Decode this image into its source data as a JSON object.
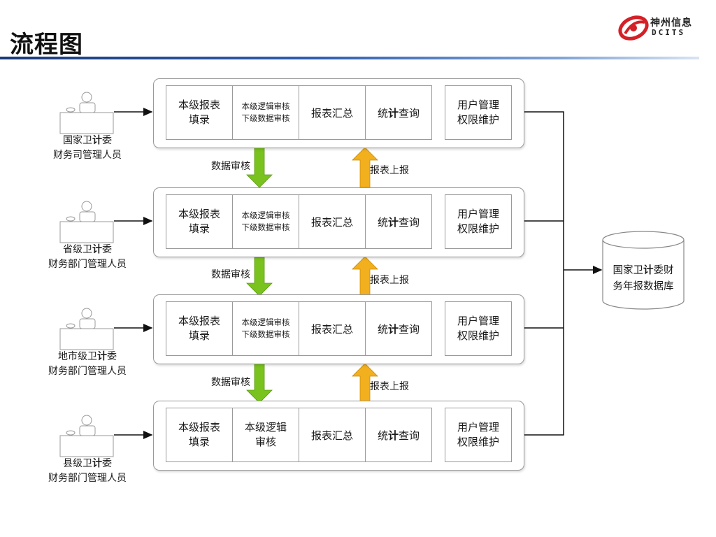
{
  "page": {
    "title": "流程图"
  },
  "logo": {
    "name_cn": "神州信息",
    "name_en": "DCITS"
  },
  "levels": [
    {
      "person_line1_pre": "国家卫",
      "person_line1_bold": "计",
      "person_line1_post": "委",
      "person_line2": "财务司管理人员",
      "box1_line1": "本级报表",
      "box1_line2": "填录",
      "box2_line1": "本级逻辑审核",
      "box2_line2": "下级数据审核",
      "box3": "报表汇总",
      "box4_pre": "统",
      "box4_bold": "计",
      "box4_post": "查询",
      "box5_line1": "用户管理",
      "box5_line2": "权限维护"
    },
    {
      "person_line1_pre": "省级卫",
      "person_line1_bold": "计",
      "person_line1_post": "委",
      "person_line2": "财务部门管理人员",
      "box1_line1": "本级报表",
      "box1_line2": "填录",
      "box2_line1": "本级逻辑审核",
      "box2_line2": "下级数据审核",
      "box3": "报表汇总",
      "box4_pre": "统",
      "box4_bold": "计",
      "box4_post": "查询",
      "box5_line1": "用户管理",
      "box5_line2": "权限维护"
    },
    {
      "person_line1_pre": "地市级卫",
      "person_line1_bold": "计",
      "person_line1_post": "委",
      "person_line2": "财务部门管理人员",
      "box1_line1": "本级报表",
      "box1_line2": "填录",
      "box2_line1": "本级逻辑审核",
      "box2_line2": "下级数据审核",
      "box3": "报表汇总",
      "box4_pre": "统",
      "box4_bold": "计",
      "box4_post": "查询",
      "box5_line1": "用户管理",
      "box5_line2": "权限维护"
    },
    {
      "person_line1_pre": "县级卫",
      "person_line1_bold": "计",
      "person_line1_post": "委",
      "person_line2": "财务部门管理人员",
      "box1_line1": "本级报表",
      "box1_line2": "填录",
      "box2_line1": "本级逻辑",
      "box2_line2": "审核",
      "box3": "报表汇总",
      "box4_pre": "统",
      "box4_bold": "计",
      "box4_post": "查询",
      "box5_line1": "用户管理",
      "box5_line2": "权限维护"
    }
  ],
  "flows": {
    "down_label": "数据审核",
    "up_label": "报表上报"
  },
  "database": {
    "line1_pre": "国家卫",
    "line1_bold": "计",
    "line1_post": "委财",
    "line2": "务年报数据库"
  },
  "colors": {
    "down_arrow": "#7ac31e",
    "up_arrow": "#f2b01e",
    "title_bar": "#2f5fb0",
    "logo_red": "#d42027"
  }
}
